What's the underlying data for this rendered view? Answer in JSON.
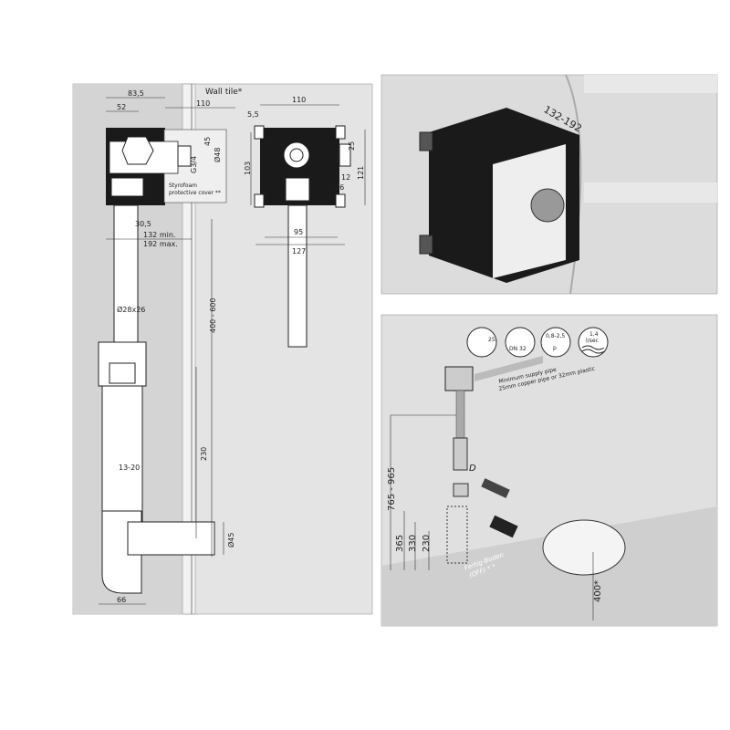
{
  "colors": {
    "panel_bg": "#e4e4e4",
    "wall": "#d0d0d0",
    "box": "#1a1a1a",
    "photo_bg": "#dcdcdc"
  },
  "left_panel": {
    "dims": {
      "d83_5": "83,5",
      "d52": "52",
      "d110a": "110",
      "wall_tile": "Wall tile*",
      "d110b": "110",
      "d5_5": "5,5",
      "d45": "45",
      "d48": "Ø48",
      "g34": "G3/4",
      "d25": "25",
      "d103": "103",
      "d12": "12",
      "d121": "121",
      "d26": "26",
      "d30_5": "30,5",
      "d132": "132 min.",
      "d192": "192 max.",
      "d95": "95",
      "d127": "127",
      "d28": "Ø28x26",
      "d400_600": "400 - 600",
      "d230": "230",
      "d13_20": "13-20",
      "d45b": "Ø45",
      "d66": "66"
    },
    "cover_label_1": "Styrofoam",
    "cover_label_2": "protective cover **"
  },
  "top_right_panel": {
    "dim": "132-192"
  },
  "bottom_right_panel": {
    "icons": {
      "size": "25",
      "dn": "DN 32",
      "pressure": "0,8-2,5",
      "pressure_p": "p",
      "flow": "1,4",
      "flow_unit": "l/sec"
    },
    "supply_1": "Minimum supply pipe",
    "supply_2": "25mm copper pipe or 32mm plastic",
    "d765": "765 - 965",
    "dD": "D",
    "d365": "365",
    "d330": "330",
    "d230": "230",
    "floor_1": "Fertig-Boden",
    "floor_2": "(OFF) * *",
    "d400": "400*"
  }
}
